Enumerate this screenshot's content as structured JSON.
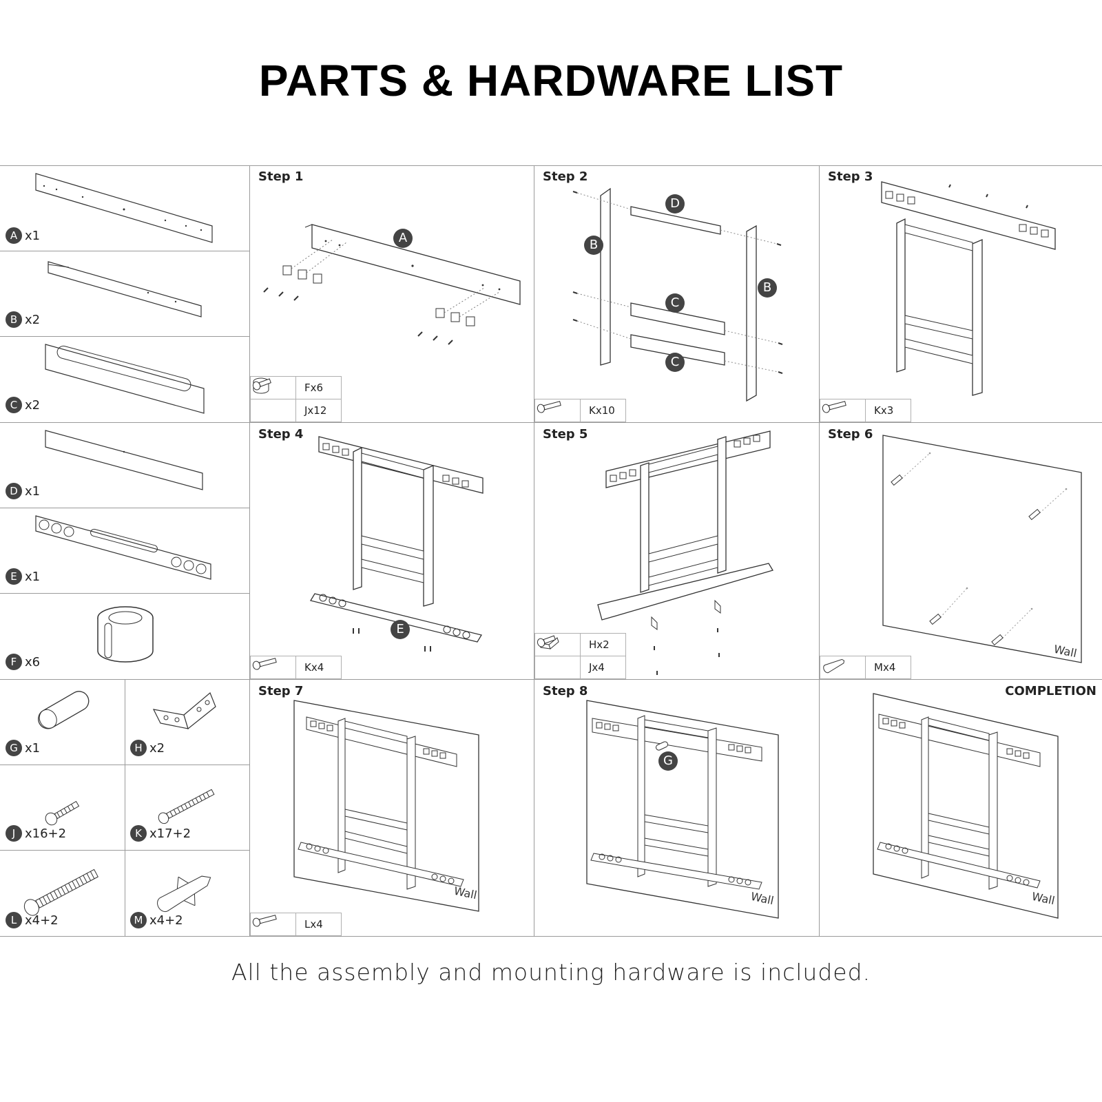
{
  "title": "PARTS & HARDWARE LIST",
  "footer": "All the assembly and mounting hardware is included.",
  "parts": [
    {
      "id": "A",
      "qty": "x1"
    },
    {
      "id": "B",
      "qty": "x2"
    },
    {
      "id": "C",
      "qty": "x2"
    },
    {
      "id": "D",
      "qty": "x1"
    },
    {
      "id": "E",
      "qty": "x1"
    },
    {
      "id": "F",
      "qty": "x6"
    },
    {
      "id": "G",
      "qty": "x1"
    },
    {
      "id": "H",
      "qty": "x2"
    },
    {
      "id": "J",
      "qty": "x16+2"
    },
    {
      "id": "K",
      "qty": "x17+2"
    },
    {
      "id": "L",
      "qty": "x4+2"
    },
    {
      "id": "M",
      "qty": "x4+2"
    }
  ],
  "steps": [
    {
      "title": "Step 1",
      "callouts": [
        "A"
      ],
      "hardware": [
        "Fx6",
        "Jx12"
      ]
    },
    {
      "title": "Step 2",
      "callouts": [
        "D",
        "B",
        "B",
        "C",
        "C"
      ],
      "hardware": [
        "Kx10"
      ]
    },
    {
      "title": "Step 3",
      "callouts": [],
      "hardware": [
        "Kx3"
      ]
    },
    {
      "title": "Step 4",
      "callouts": [
        "E"
      ],
      "hardware": [
        "Kx4"
      ]
    },
    {
      "title": "Step 5",
      "callouts": [],
      "hardware": [
        "Hx2",
        "Jx4"
      ]
    },
    {
      "title": "Step 6",
      "callouts": [],
      "hardware": [
        "Mx4"
      ],
      "wall": "Wall"
    },
    {
      "title": "Step 7",
      "callouts": [],
      "hardware": [
        "Lx4"
      ],
      "wall": "Wall"
    },
    {
      "title": "Step 8",
      "callouts": [
        "G"
      ],
      "hardware": [],
      "wall": "Wall"
    }
  ],
  "completion": {
    "title": "COMPLETION",
    "wall": "Wall"
  }
}
